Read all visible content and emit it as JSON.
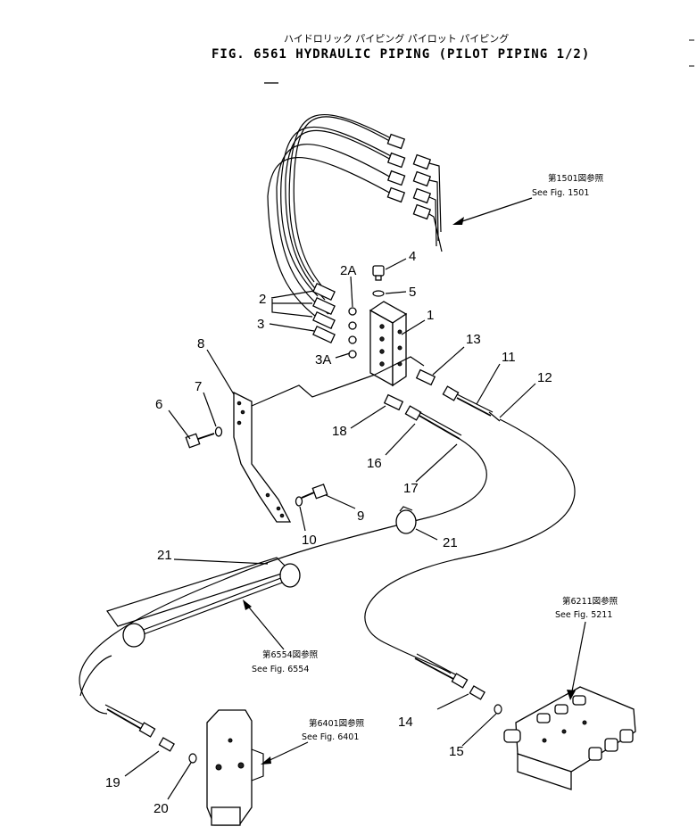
{
  "title": {
    "japanese": "ハイドロリック パイピング   パイロット パイピング",
    "english": "FIG. 6561  HYDRAULIC PIPING (PILOT PIPING 1/2)"
  },
  "references": {
    "fig1501": {
      "jp": "第1501図参照",
      "en": "See Fig. 1501"
    },
    "fig6211": {
      "jp": "第6211図参照",
      "en": "See Fig. 5211"
    },
    "fig6554": {
      "jp": "第6554図参照",
      "en": "See Fig. 6554"
    },
    "fig6401": {
      "jp": "第6401図参照",
      "en": "See Fig. 6401"
    }
  },
  "callouts": {
    "c1": "1",
    "c2": "2",
    "c2a": "2A",
    "c3": "3",
    "c3a": "3A",
    "c4": "4",
    "c5": "5",
    "c6": "6",
    "c7": "7",
    "c8": "8",
    "c9": "9",
    "c10": "10",
    "c11": "11",
    "c12": "12",
    "c13": "13",
    "c14": "14",
    "c15": "15",
    "c16": "16",
    "c17": "17",
    "c18": "18",
    "c19": "19",
    "c20": "20",
    "c21a": "21",
    "c21b": "21"
  }
}
